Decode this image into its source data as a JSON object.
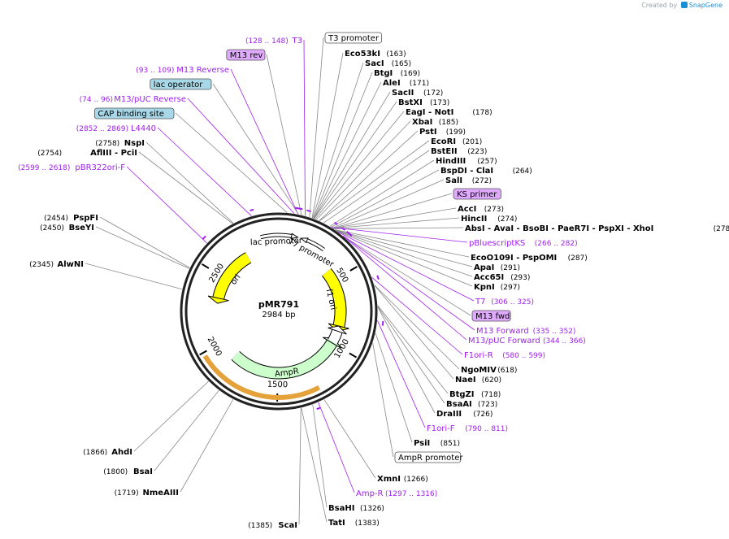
{
  "credit": {
    "prefix": "Created by",
    "brand": "SnapGene"
  },
  "plasmid": {
    "name": "pMR791",
    "length_label": "2984 bp",
    "length": 2984
  },
  "ticks": [
    "500",
    "1000",
    "1500",
    "2000",
    "2500"
  ],
  "features": [
    {
      "name": "ori",
      "color": "#ffff00"
    },
    {
      "name": "lac promoter",
      "color": "#ffffff"
    },
    {
      "name": "T7 promoter",
      "color": "#ffffff"
    },
    {
      "name": "f1 ori",
      "color": "#ffff00"
    },
    {
      "name": "AmpR",
      "color": "#ccffcc"
    },
    {
      "name": "AmpR promoter",
      "color": "#ffffff"
    }
  ],
  "labels_right": [
    {
      "kind": "boxed",
      "name": "T3 promoter",
      "color": "#ffffff"
    },
    {
      "kind": "site",
      "name": "Eco53kI",
      "pos": "(163)"
    },
    {
      "kind": "site",
      "name": "SacI",
      "pos": "(165)"
    },
    {
      "kind": "site",
      "name": "BtgI",
      "pos": "(169)"
    },
    {
      "kind": "site",
      "name": "AleI",
      "pos": "(171)"
    },
    {
      "kind": "site",
      "name": "SacII",
      "pos": "(172)"
    },
    {
      "kind": "site",
      "name": "BstXI",
      "pos": "(173)"
    },
    {
      "kind": "site",
      "name": "EagI  - NotI",
      "pos": "(178)"
    },
    {
      "kind": "site",
      "name": "XbaI",
      "pos": "(185)"
    },
    {
      "kind": "site",
      "name": "PstI",
      "pos": "(199)"
    },
    {
      "kind": "site",
      "name": "EcoRI",
      "pos": "(201)"
    },
    {
      "kind": "site",
      "name": "BstEII",
      "pos": "(223)"
    },
    {
      "kind": "site",
      "name": "HindIII",
      "pos": "(257)"
    },
    {
      "kind": "site",
      "name": "BspDI  - ClaI",
      "pos": "(264)"
    },
    {
      "kind": "site",
      "name": "SalI",
      "pos": "(272)"
    },
    {
      "kind": "boxed",
      "name": "KS primer",
      "color": "#e0aaff"
    },
    {
      "kind": "site",
      "name": "AccI",
      "pos": "(273)"
    },
    {
      "kind": "site",
      "name": "HincII",
      "pos": "(274)"
    },
    {
      "kind": "site",
      "name": "AbsI  - AvaI  - BsoBI  - PaeR7I  - PspXI  - XhoI",
      "pos": "(278)"
    },
    {
      "kind": "primer",
      "name": "pBluescriptKS",
      "pos": "(266 .. 282)"
    },
    {
      "kind": "site",
      "name": "EcoO109I  - PspOMI",
      "pos": "(287)"
    },
    {
      "kind": "site",
      "name": "ApaI",
      "pos": "(291)"
    },
    {
      "kind": "site",
      "name": "Acc65I",
      "pos": "(293)"
    },
    {
      "kind": "site",
      "name": "KpnI",
      "pos": "(297)"
    },
    {
      "kind": "primer",
      "name": "T7",
      "pos": "(306 .. 325)"
    },
    {
      "kind": "boxed",
      "name": "M13 fwd",
      "color": "#e0aaff"
    },
    {
      "kind": "primer",
      "name": "M13 Forward",
      "pos": "(335 .. 352)"
    },
    {
      "kind": "primer",
      "name": "M13/pUC Forward",
      "pos": "(344 .. 366)"
    },
    {
      "kind": "primer",
      "name": "F1ori-R",
      "pos": "(580 .. 599)"
    },
    {
      "kind": "site",
      "name": "NgoMIV",
      "pos": "(618)"
    },
    {
      "kind": "site",
      "name": "NaeI",
      "pos": "(620)"
    },
    {
      "kind": "site",
      "name": "BtgZI",
      "pos": "(718)"
    },
    {
      "kind": "site",
      "name": "BsaAI",
      "pos": "(723)"
    },
    {
      "kind": "site",
      "name": "DraIII",
      "pos": "(726)"
    },
    {
      "kind": "primer",
      "name": "F1ori-F",
      "pos": "(790 .. 811)"
    },
    {
      "kind": "site",
      "name": "PsiI",
      "pos": "(851)"
    },
    {
      "kind": "boxed",
      "name": "AmpR promoter",
      "color": "#ffffff"
    },
    {
      "kind": "site",
      "name": "XmnI",
      "pos": "(1266)"
    },
    {
      "kind": "primer",
      "name": "Amp-R",
      "pos": "(1297 .. 1316)"
    },
    {
      "kind": "site",
      "name": "BsaHI",
      "pos": "(1326)"
    },
    {
      "kind": "site",
      "name": "TatI",
      "pos": "(1383)"
    }
  ],
  "labels_left": [
    {
      "kind": "primer",
      "name": "T3",
      "pos": "(128 .. 148)"
    },
    {
      "kind": "boxed",
      "name": "M13 rev",
      "color": "#e0aaff"
    },
    {
      "kind": "primer",
      "name": "M13 Reverse",
      "pos": "(93 .. 109)"
    },
    {
      "kind": "boxed",
      "name": "lac operator",
      "color": "#a8d8e8"
    },
    {
      "kind": "primer",
      "name": "M13/pUC Reverse",
      "pos": "(74 .. 96)"
    },
    {
      "kind": "boxed",
      "name": "CAP binding site",
      "color": "#a8d8e8"
    },
    {
      "kind": "primer",
      "name": "L4440",
      "pos": "(2852 .. 2869)"
    },
    {
      "kind": "site",
      "name": "NspI",
      "pos": "(2758)"
    },
    {
      "kind": "site",
      "name": "AflIII  - PciI",
      "pos": "(2754)"
    },
    {
      "kind": "primer",
      "name": "pBR322ori-F",
      "pos": "(2599 .. 2618)"
    },
    {
      "kind": "site",
      "name": "PspFI",
      "pos": "(2454)"
    },
    {
      "kind": "site",
      "name": "BseYI",
      "pos": "(2450)"
    },
    {
      "kind": "site",
      "name": "AlwNI",
      "pos": "(2345)"
    },
    {
      "kind": "site",
      "name": "AhdI",
      "pos": "(1866)"
    },
    {
      "kind": "site",
      "name": "BsaI",
      "pos": "(1800)"
    },
    {
      "kind": "site",
      "name": "NmeAIII",
      "pos": "(1719)"
    },
    {
      "kind": "site",
      "name": "ScaI",
      "pos": "(1385)"
    }
  ]
}
